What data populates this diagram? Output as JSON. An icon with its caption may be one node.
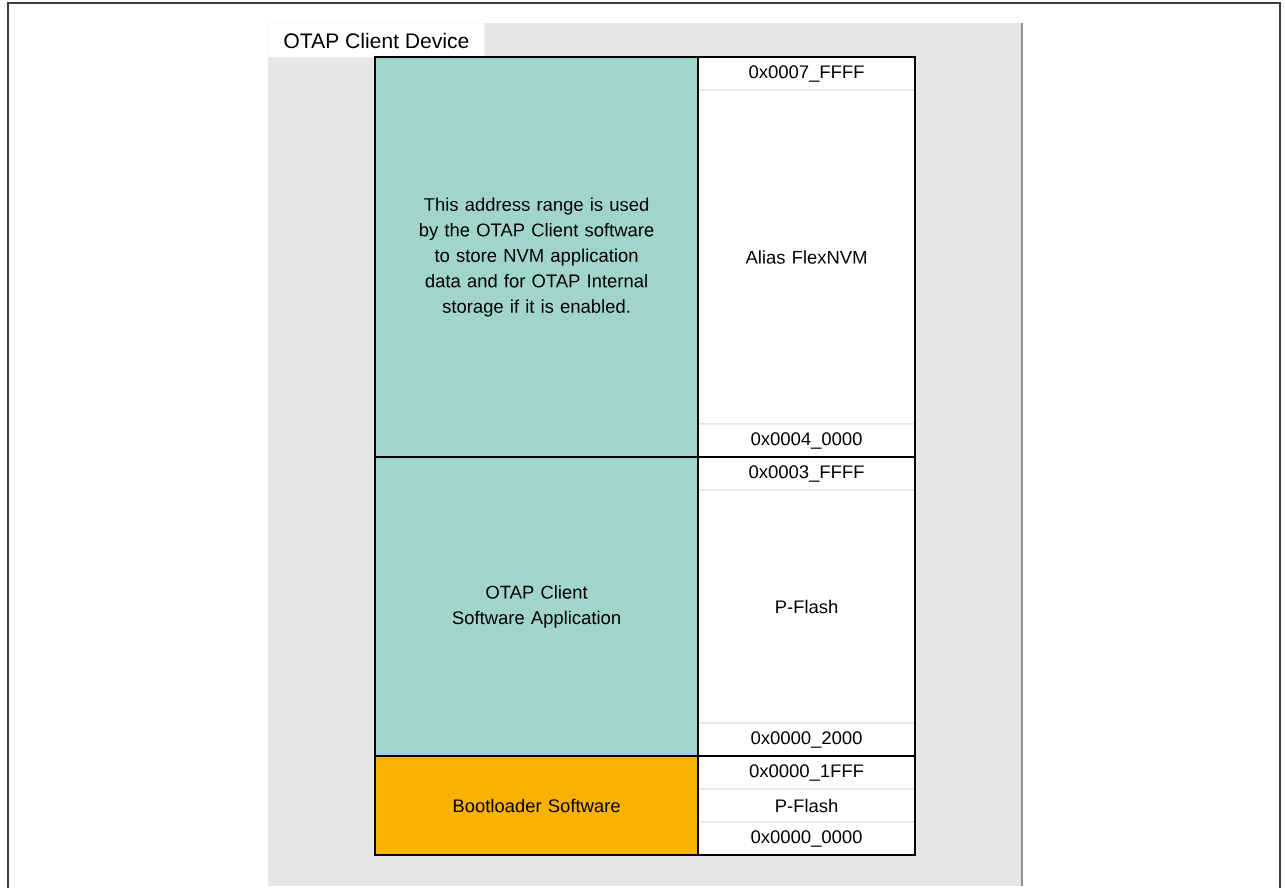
{
  "diagram": {
    "nodes": [
      {
        "text": [
          "OTAP Client Device"
        ]
      },
      {
        "text": [
          "This address range is used by the OTAP Client software to store NVM application data and for OTAP Internal storage if it is enabled."
        ],
        "in": 0
      },
      {
        "text": [
          "OTAP Client Software Application"
        ],
        "in": 0
      },
      {
        "text": [
          "Bootloader Software"
        ],
        "in": 0
      },
      {
        "text": [
          "0x0007_FFFF"
        ],
        "in": 0
      },
      {
        "text": [
          "Alias FlexNVM"
        ],
        "in": 0
      },
      {
        "text": [
          "0x0004_0000"
        ],
        "in": 0
      },
      {
        "text": [
          "0x0003_FFFF"
        ],
        "in": 0
      },
      {
        "text": [
          "P-Flash"
        ],
        "in": 0
      },
      {
        "text": [
          "0x0000_2000"
        ],
        "in": 0
      },
      {
        "text": [
          "0x0000_1FFF"
        ],
        "in": 0
      },
      {
        "text": [
          "P-Flash"
        ],
        "in": 0
      },
      {
        "text": [
          "0x0000_0000"
        ],
        "in": 0
      }
    ]
  }
}
